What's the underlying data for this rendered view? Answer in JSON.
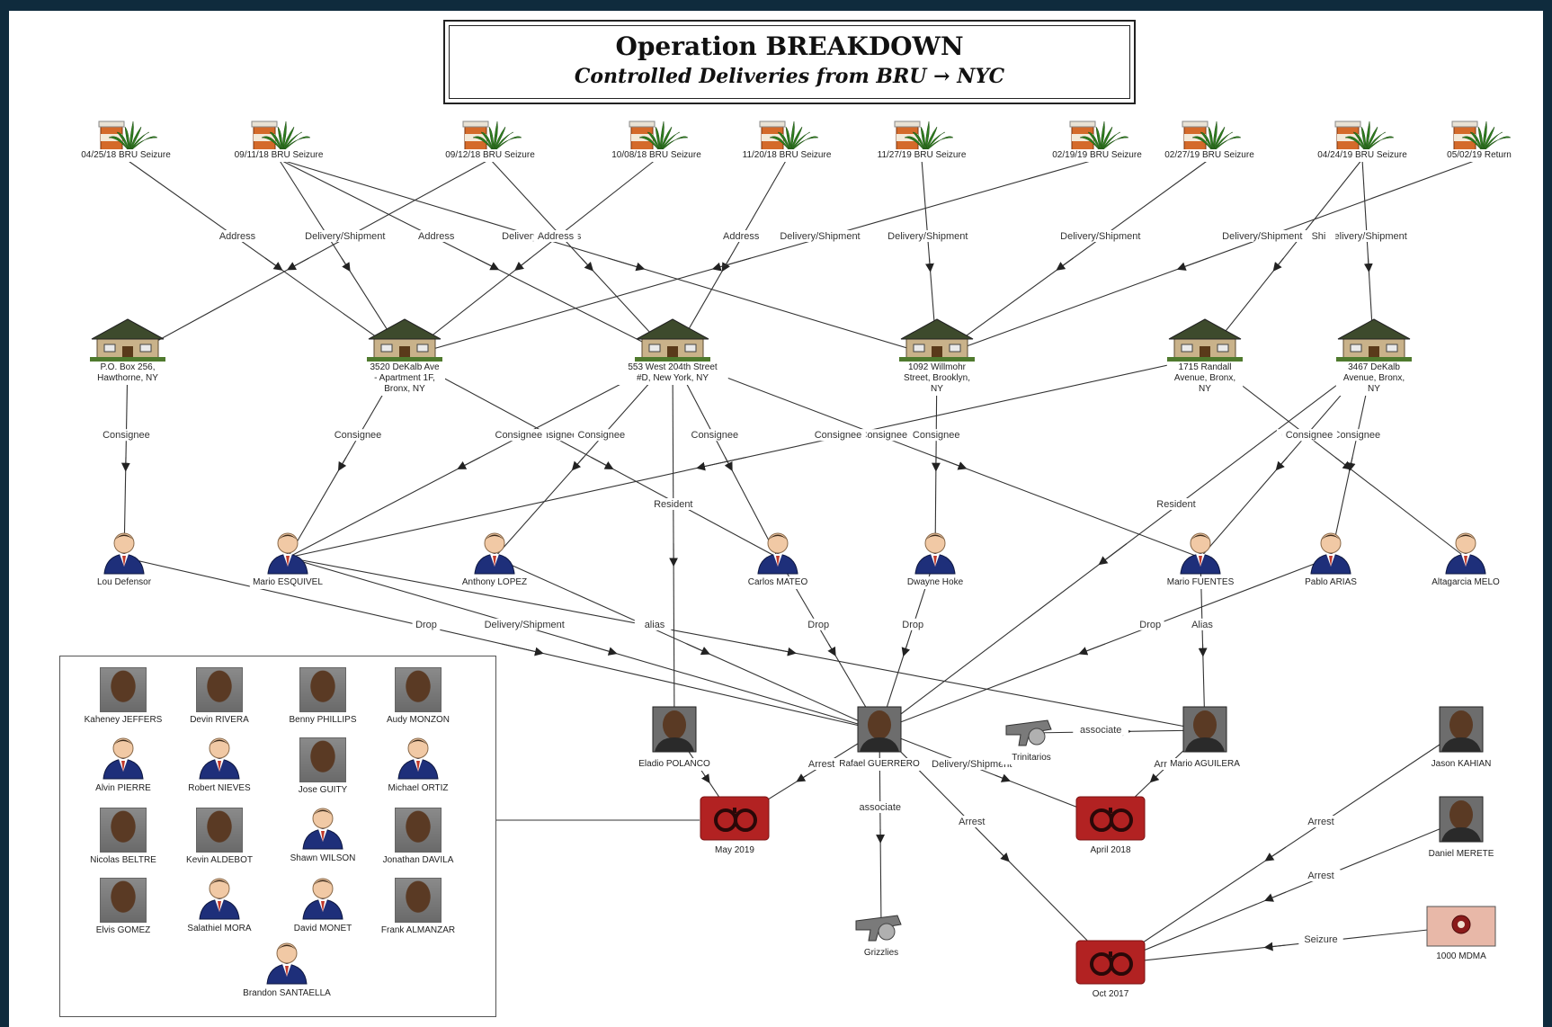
{
  "title": "Operation BREAKDOWN",
  "subtitle": "Controlled Deliveries from BRU → NYC",
  "colors": {
    "background": "#0f2b3d",
    "person_suit": "#1e2f7a",
    "house_roof": "#3d4a2c",
    "leaf": "#2e7d1f",
    "bottle": "#d46a2a",
    "arrest": "#b22222"
  },
  "nodes": {
    "s1": {
      "label": "04/25/18 BRU Seizure",
      "icon": "pill-bottle-icon"
    },
    "s2": {
      "label": "09/11/18 BRU Seizure",
      "icon": "pill-bottle-icon"
    },
    "s3": {
      "label": "09/12/18 BRU Seizure",
      "icon": "pill-bottle-icon"
    },
    "s4": {
      "label": "10/08/18 BRU Seizure",
      "icon": "pill-bottle-icon"
    },
    "s5": {
      "label": "11/20/18 BRU Seizure",
      "icon": "pill-bottle-icon"
    },
    "s6": {
      "label": "11/27/19 BRU Seizure",
      "icon": "pill-bottle-icon"
    },
    "s7": {
      "label": "02/19/19 BRU Seizure",
      "icon": "pill-bottle-icon"
    },
    "s8": {
      "label": "02/27/19 BRU Seizure",
      "icon": "pill-bottle-icon"
    },
    "s9": {
      "label": "04/24/19 BRU Seizure",
      "icon": "pill-bottle-icon"
    },
    "s10": {
      "label": "05/02/19 Return",
      "icon": "pill-bottle-icon"
    },
    "h1": {
      "label": "P.O. Box 256, Hawthorne, NY",
      "icon": "house-icon"
    },
    "h2": {
      "label": "3520 DeKalb Ave - Apartment 1F, Bronx, NY",
      "icon": "house-icon"
    },
    "h3": {
      "label": "553 West 204th Street #D, New York, NY",
      "icon": "house-icon"
    },
    "h4": {
      "label": "1092 Willmohr Street, Brooklyn, NY",
      "icon": "house-icon"
    },
    "h5": {
      "label": "1715 Randall Avenue, Bronx, NY",
      "icon": "house-icon"
    },
    "h6": {
      "label": "3467 DeKalb Avenue, Bronx, NY",
      "icon": "house-icon"
    },
    "p1": {
      "label": "Lou Defensor",
      "icon": "person-icon"
    },
    "p2": {
      "label": "Mario ESQUIVEL",
      "icon": "person-icon"
    },
    "p3": {
      "label": "Anthony LOPEZ",
      "icon": "person-icon"
    },
    "p4": {
      "label": "Carlos MATEO",
      "icon": "person-icon"
    },
    "p5": {
      "label": "Dwayne Hoke",
      "icon": "person-icon"
    },
    "p6": {
      "label": "Mario FUENTES",
      "icon": "person-icon"
    },
    "p7": {
      "label": "Pablo ARIAS",
      "icon": "person-icon"
    },
    "p8": {
      "label": "Altagarcia MELO",
      "icon": "person-icon"
    },
    "ep": {
      "label": "Eladio POLANCO",
      "icon": "mugshot-icon"
    },
    "rg": {
      "label": "Rafael GUERRERO",
      "icon": "mugshot-icon"
    },
    "ma": {
      "label": "Mario AGUILERA",
      "icon": "mugshot-icon"
    },
    "jk": {
      "label": "Jason KAHIAN",
      "icon": "mugshot-icon"
    },
    "dm": {
      "label": "Daniel MERETE",
      "icon": "mugshot-icon"
    },
    "tr": {
      "label": "Trinitarios",
      "icon": "gang-handgun-icon"
    },
    "gr": {
      "label": "Grizzlies",
      "icon": "gang-handgun-icon"
    },
    "a1": {
      "label": "May 2019",
      "icon": "handcuffs-icon"
    },
    "a2": {
      "label": "April 2018",
      "icon": "handcuffs-icon"
    },
    "a3": {
      "label": "Oct 2017",
      "icon": "handcuffs-icon"
    },
    "md": {
      "label": "1000 MDMA",
      "icon": "pills-photo-icon"
    }
  },
  "edges": [
    {
      "from": "s1",
      "to": "h2",
      "label": "Address"
    },
    {
      "from": "s2",
      "to": "h2",
      "label": "Address"
    },
    {
      "from": "s2",
      "to": "h3",
      "label": "Address"
    },
    {
      "from": "s2",
      "to": "h4",
      "label": "Delivery/Shipment"
    },
    {
      "from": "s3",
      "to": "h1",
      "label": "Delivery/Shipment"
    },
    {
      "from": "s3",
      "to": "h3",
      "label": "Address"
    },
    {
      "from": "s4",
      "to": "h2",
      "label": "Address"
    },
    {
      "from": "s5",
      "to": "h3",
      "label": "Address"
    },
    {
      "from": "s6",
      "to": "h4",
      "label": "Delivery/Shipment"
    },
    {
      "from": "s7",
      "to": "h2",
      "label": "Delivery/Shipment"
    },
    {
      "from": "s8",
      "to": "h4",
      "label": "Delivery/Shipment"
    },
    {
      "from": "s9",
      "to": "h6",
      "label": "Delivery/Shipment"
    },
    {
      "from": "s9",
      "to": "h5",
      "label": "Delivery/Shi"
    },
    {
      "from": "s10",
      "to": "h4",
      "label": "Delivery/Shipment"
    },
    {
      "from": "h1",
      "to": "p1",
      "label": "Consignee"
    },
    {
      "from": "h2",
      "to": "p2",
      "label": "Consignee"
    },
    {
      "from": "h2",
      "to": "p4",
      "label": "Consignee"
    },
    {
      "from": "h3",
      "to": "p2",
      "label": "Consignee"
    },
    {
      "from": "h3",
      "to": "p3",
      "label": "Consignee"
    },
    {
      "from": "h3",
      "to": "p4",
      "label": "Consignee"
    },
    {
      "from": "h3",
      "to": "ep",
      "label": "Resident"
    },
    {
      "from": "h3",
      "to": "p6",
      "label": "Consignee"
    },
    {
      "from": "h4",
      "to": "p5",
      "label": "Consignee"
    },
    {
      "from": "h5",
      "to": "p2",
      "label": "Consignee"
    },
    {
      "from": "h6",
      "to": "p6",
      "label": "Consignee"
    },
    {
      "from": "h6",
      "to": "p7",
      "label": "Consignee"
    },
    {
      "from": "h5",
      "to": "p8",
      "label": "Consignee"
    },
    {
      "from": "h6",
      "to": "rg",
      "label": "Resident"
    },
    {
      "from": "p1",
      "to": "rg",
      "label": "Drop"
    },
    {
      "from": "p2",
      "to": "rg",
      "label": "Delivery/Shipment"
    },
    {
      "from": "p3",
      "to": "rg",
      "label": "Drop"
    },
    {
      "from": "p4",
      "to": "rg",
      "label": "Drop"
    },
    {
      "from": "p5",
      "to": "rg",
      "label": "Drop"
    },
    {
      "from": "p7",
      "to": "rg",
      "label": "Drop"
    },
    {
      "from": "p2",
      "to": "ma",
      "label": "alias"
    },
    {
      "from": "p6",
      "to": "ma",
      "label": "Alias"
    },
    {
      "from": "tr",
      "to": "ma",
      "label": "associate"
    },
    {
      "from": "rg",
      "to": "gr",
      "label": "associate"
    },
    {
      "from": "ep",
      "to": "a1",
      "label": "Arrest"
    },
    {
      "from": "rg",
      "to": "a1",
      "label": "Arrest"
    },
    {
      "from": "rg",
      "to": "a2",
      "label": "Delivery/Shipment"
    },
    {
      "from": "ma",
      "to": "a2",
      "label": "Arrest"
    },
    {
      "from": "rg",
      "to": "a3",
      "label": "Arrest"
    },
    {
      "from": "jk",
      "to": "a3",
      "label": "Arrest"
    },
    {
      "from": "dm",
      "to": "a3",
      "label": "Arrest"
    },
    {
      "from": "md",
      "to": "a3",
      "label": "Seizure"
    }
  ],
  "legend": [
    {
      "label": "Kaheney JEFFERS",
      "icon": "mugshot-icon"
    },
    {
      "label": "Devin RIVERA",
      "icon": "mugshot-icon"
    },
    {
      "label": "Benny PHILLIPS",
      "icon": "mugshot-icon"
    },
    {
      "label": "Audy MONZON",
      "icon": "mugshot-icon"
    },
    {
      "label": "Alvin PIERRE",
      "icon": "person-icon"
    },
    {
      "label": "Robert NIEVES",
      "icon": "person-icon"
    },
    {
      "label": "Jose GUITY",
      "icon": "mugshot-icon"
    },
    {
      "label": "Michael ORTIZ",
      "icon": "person-icon"
    },
    {
      "label": "Nicolas BELTRE",
      "icon": "mugshot-icon"
    },
    {
      "label": "Kevin ALDEBOT",
      "icon": "mugshot-icon"
    },
    {
      "label": "Shawn WILSON",
      "icon": "person-icon"
    },
    {
      "label": "Jonathan DAVILA",
      "icon": "mugshot-icon"
    },
    {
      "label": "Elvis GOMEZ",
      "icon": "mugshot-icon"
    },
    {
      "label": "Salathiel MORA",
      "icon": "person-icon"
    },
    {
      "label": "David MONET",
      "icon": "person-icon"
    },
    {
      "label": "Frank ALMANZAR",
      "icon": "mugshot-icon"
    },
    {
      "label": "Brandon SANTAELLA",
      "icon": "person-icon"
    }
  ]
}
